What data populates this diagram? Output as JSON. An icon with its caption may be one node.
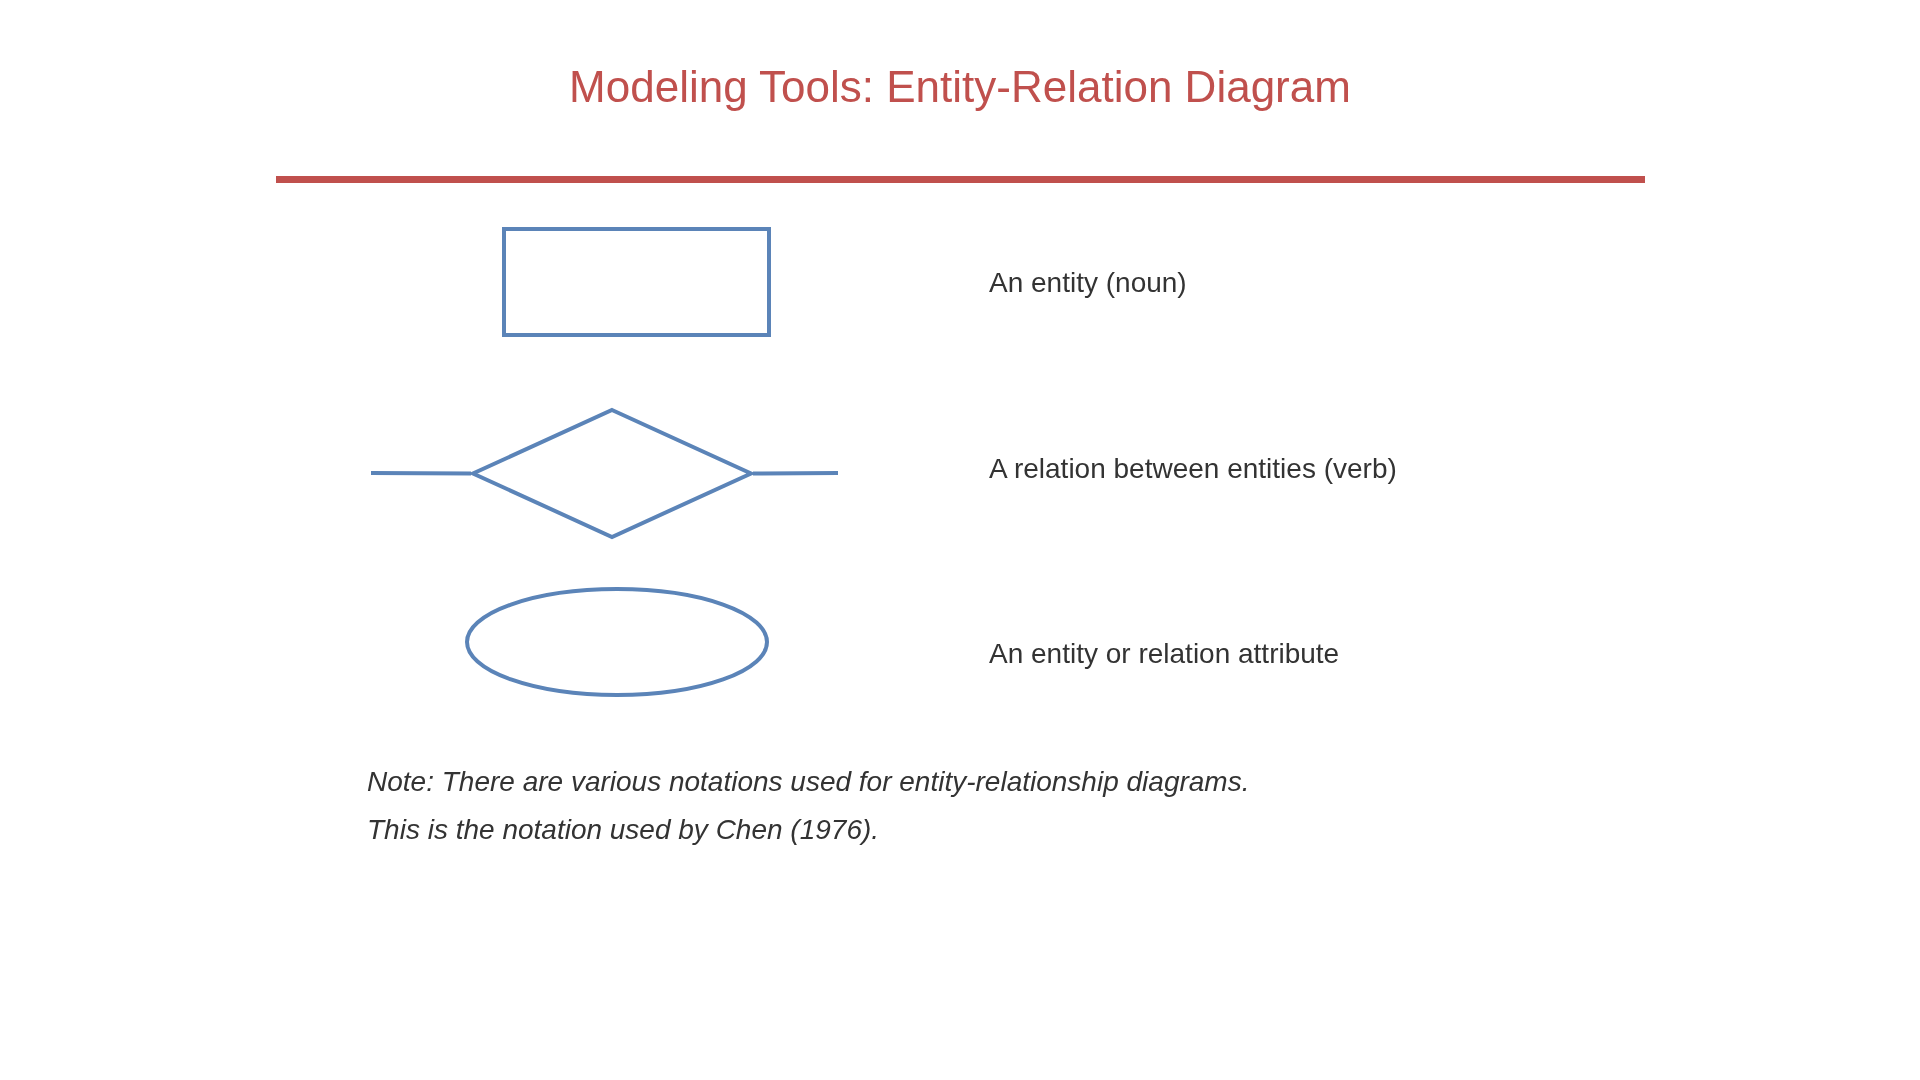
{
  "diagram": {
    "title": "Modeling Tools: Entity-Relation Diagram",
    "nodes": [
      {
        "text": [],
        "shape": "box"
      },
      {
        "text": [],
        "shape": "diamond"
      },
      {
        "text": [],
        "shape": "ellipse"
      }
    ],
    "edges": [
      {
        "from": null,
        "to": 1,
        "arrow": "none"
      },
      {
        "from": 1,
        "to": null,
        "arrow": "none"
      }
    ],
    "labels": [
      "An entity (noun)",
      "A relation between entities (verb)",
      "An entity or relation attribute",
      "Note: There are various notations used for entity-relationship diagrams. This is the notation used by Chen (1976)."
    ]
  }
}
